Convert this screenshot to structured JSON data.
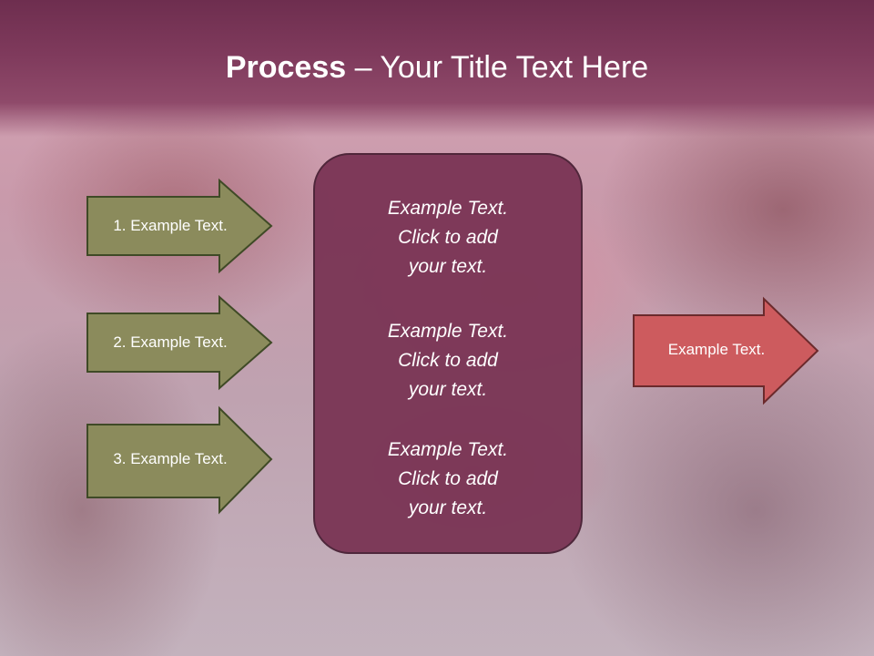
{
  "slide": {
    "title_bold": "Process",
    "title_rest": " – Your Title Text Here"
  },
  "left_arrows": [
    {
      "label": "1. Example Text."
    },
    {
      "label": "2. Example Text."
    },
    {
      "label": "3. Example Text."
    }
  ],
  "center_box": {
    "paragraphs": [
      "Example Text.\nClick  to add\nyour text.",
      "Example Text.\nClick  to add\nyour text.",
      "Example Text.\nClick  to add\nyour text."
    ]
  },
  "right_arrow": {
    "label": "Example Text."
  },
  "colors": {
    "title_bar": "#7f3a5c",
    "center_box": "#7b3656",
    "left_arrow_fill": "#8b8b5c",
    "right_arrow_fill": "#cd5b5e"
  }
}
